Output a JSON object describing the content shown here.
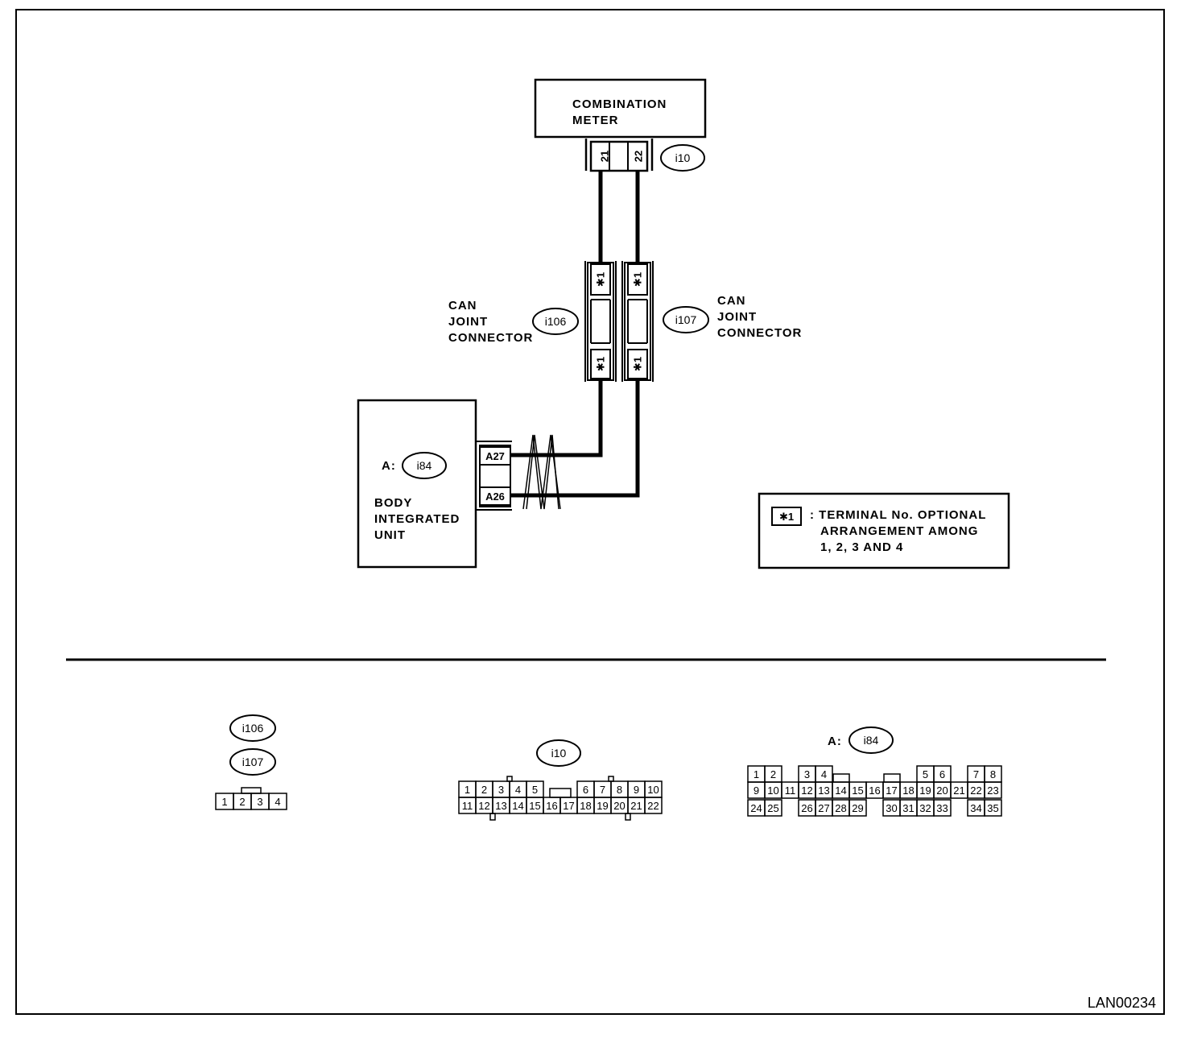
{
  "diagram_code": "LAN00234",
  "combination_meter": {
    "label_line1": "COMBINATION",
    "label_line2": "METER",
    "connector_id": "i10",
    "pins": [
      "21",
      "22"
    ]
  },
  "can_joint_left": {
    "label_line1": "CAN",
    "label_line2": "JOINT",
    "label_line3": "CONNECTOR",
    "connector_id": "i106",
    "pins": [
      "✱1",
      "✱1"
    ]
  },
  "can_joint_right": {
    "label_line1": "CAN",
    "label_line2": "JOINT",
    "label_line3": "CONNECTOR",
    "connector_id": "i107",
    "pins": [
      "✱1",
      "✱1"
    ]
  },
  "body_integrated_unit": {
    "prefix": "A:",
    "connector_id": "i84",
    "label_line1": "BODY",
    "label_line2": "INTEGRATED",
    "label_line3": "UNIT",
    "pins": [
      "A27",
      "A26"
    ]
  },
  "legend": {
    "symbol": "✱1",
    "line1": ": TERMINAL No. OPTIONAL",
    "line2": "ARRANGEMENT AMONG",
    "line3": "1, 2, 3 AND 4"
  },
  "connector_views": {
    "i106_label": "i106",
    "i107_label": "i107",
    "four_pin": [
      "1",
      "2",
      "3",
      "4"
    ],
    "i10_label": "i10",
    "i10_row1": [
      "1",
      "2",
      "3",
      "4",
      "5",
      "6",
      "7",
      "8",
      "9",
      "10"
    ],
    "i10_row2": [
      "11",
      "12",
      "13",
      "14",
      "15",
      "16",
      "17",
      "18",
      "19",
      "20",
      "21",
      "22"
    ],
    "i84_prefix": "A:",
    "i84_label": "i84",
    "i84_row1": [
      "1",
      "2",
      "3",
      "4",
      "5",
      "6",
      "7",
      "8"
    ],
    "i84_row2": [
      "9",
      "10",
      "11",
      "12",
      "13",
      "14",
      "15",
      "16",
      "17",
      "18",
      "19",
      "20",
      "21",
      "22",
      "23"
    ],
    "i84_row3": [
      "24",
      "25",
      "26",
      "27",
      "28",
      "29",
      "30",
      "31",
      "32",
      "33",
      "34",
      "35"
    ]
  }
}
